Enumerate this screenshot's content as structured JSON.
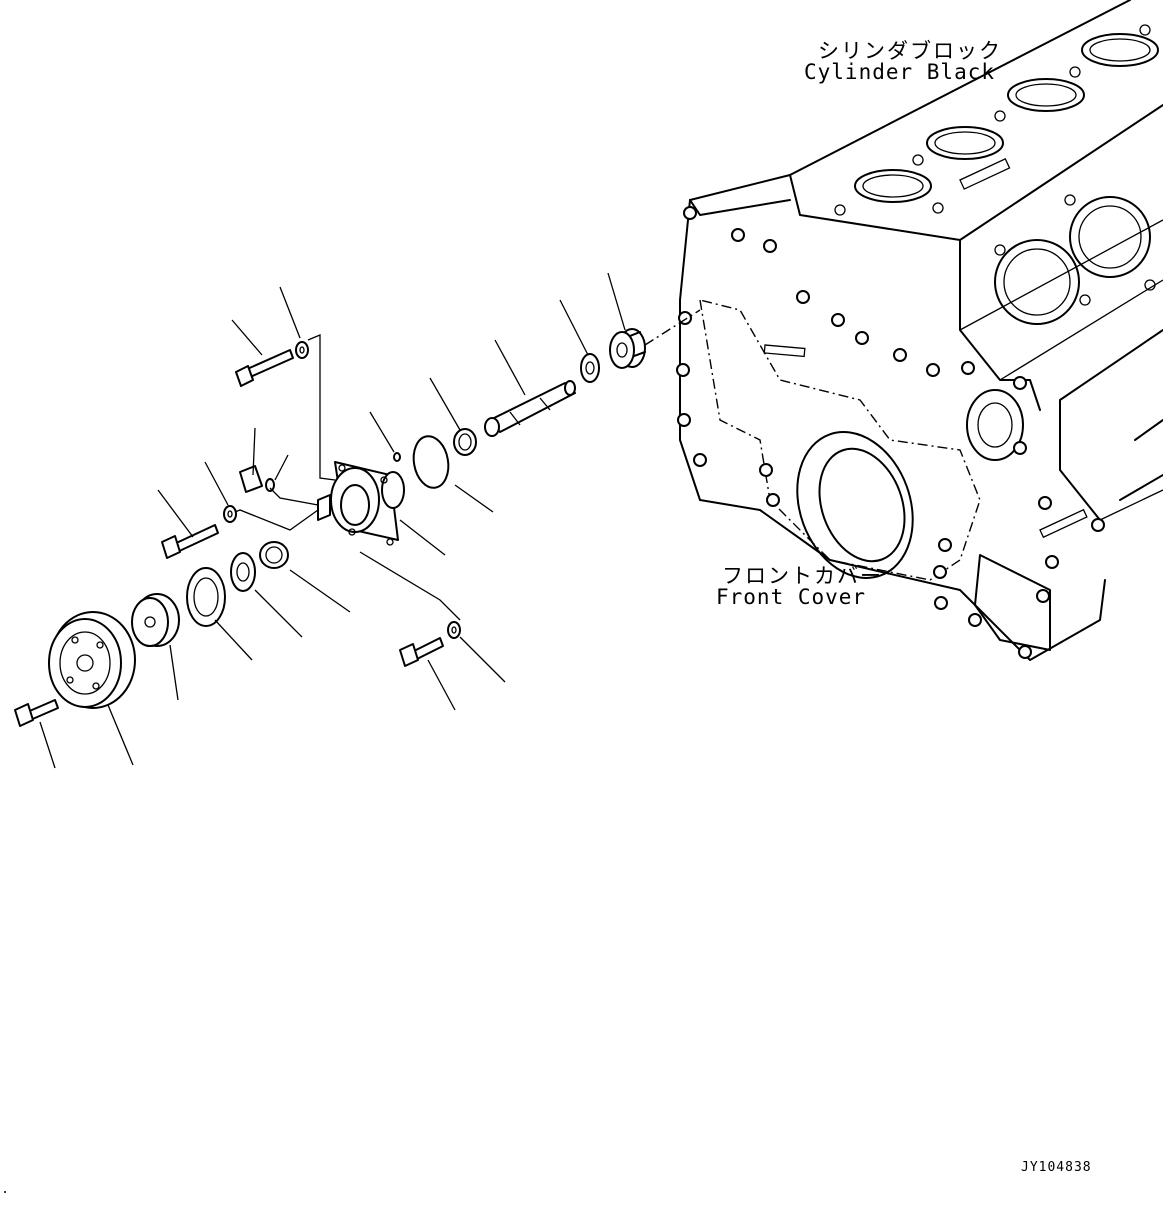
{
  "labels": {
    "cylinder_block_jp": "シリンダブロック",
    "cylinder_block_en": "Cylinder Black",
    "front_cover_jp": "フロントカバー",
    "front_cover_en": "Front Cover",
    "drawing_code": "JY104838"
  }
}
